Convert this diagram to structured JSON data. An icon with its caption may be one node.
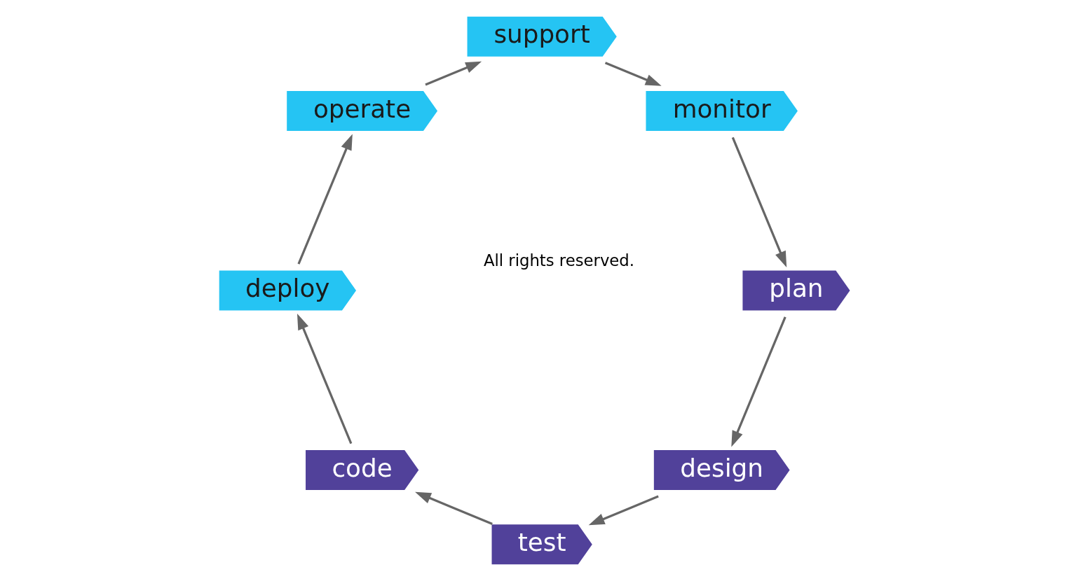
{
  "diagram": {
    "nodes": [
      {
        "text": [
          "design"
        ]
      },
      {
        "text": [
          "plan"
        ]
      },
      {
        "text": [
          "test"
        ]
      },
      {
        "text": [
          "code"
        ]
      },
      {
        "text": [
          "deploy"
        ]
      },
      {
        "text": [
          "operate"
        ]
      },
      {
        "text": [
          "support"
        ]
      },
      {
        "text": [
          "monitor"
        ]
      }
    ],
    "edges": [
      {
        "from": 1,
        "to": 0,
        "arrow": "to"
      },
      {
        "from": 0,
        "to": 2,
        "arrow": "to"
      },
      {
        "from": 2,
        "to": 3,
        "arrow": "to"
      },
      {
        "from": 3,
        "to": 4,
        "arrow": "to"
      },
      {
        "from": 4,
        "to": 5,
        "arrow": "to"
      },
      {
        "from": 5,
        "to": 6,
        "arrow": "to"
      },
      {
        "from": 6,
        "to": 7,
        "arrow": "to"
      },
      {
        "from": 7,
        "to": 1,
        "arrow": "to"
      }
    ],
    "labels": [
      "All rights reserved."
    ]
  }
}
